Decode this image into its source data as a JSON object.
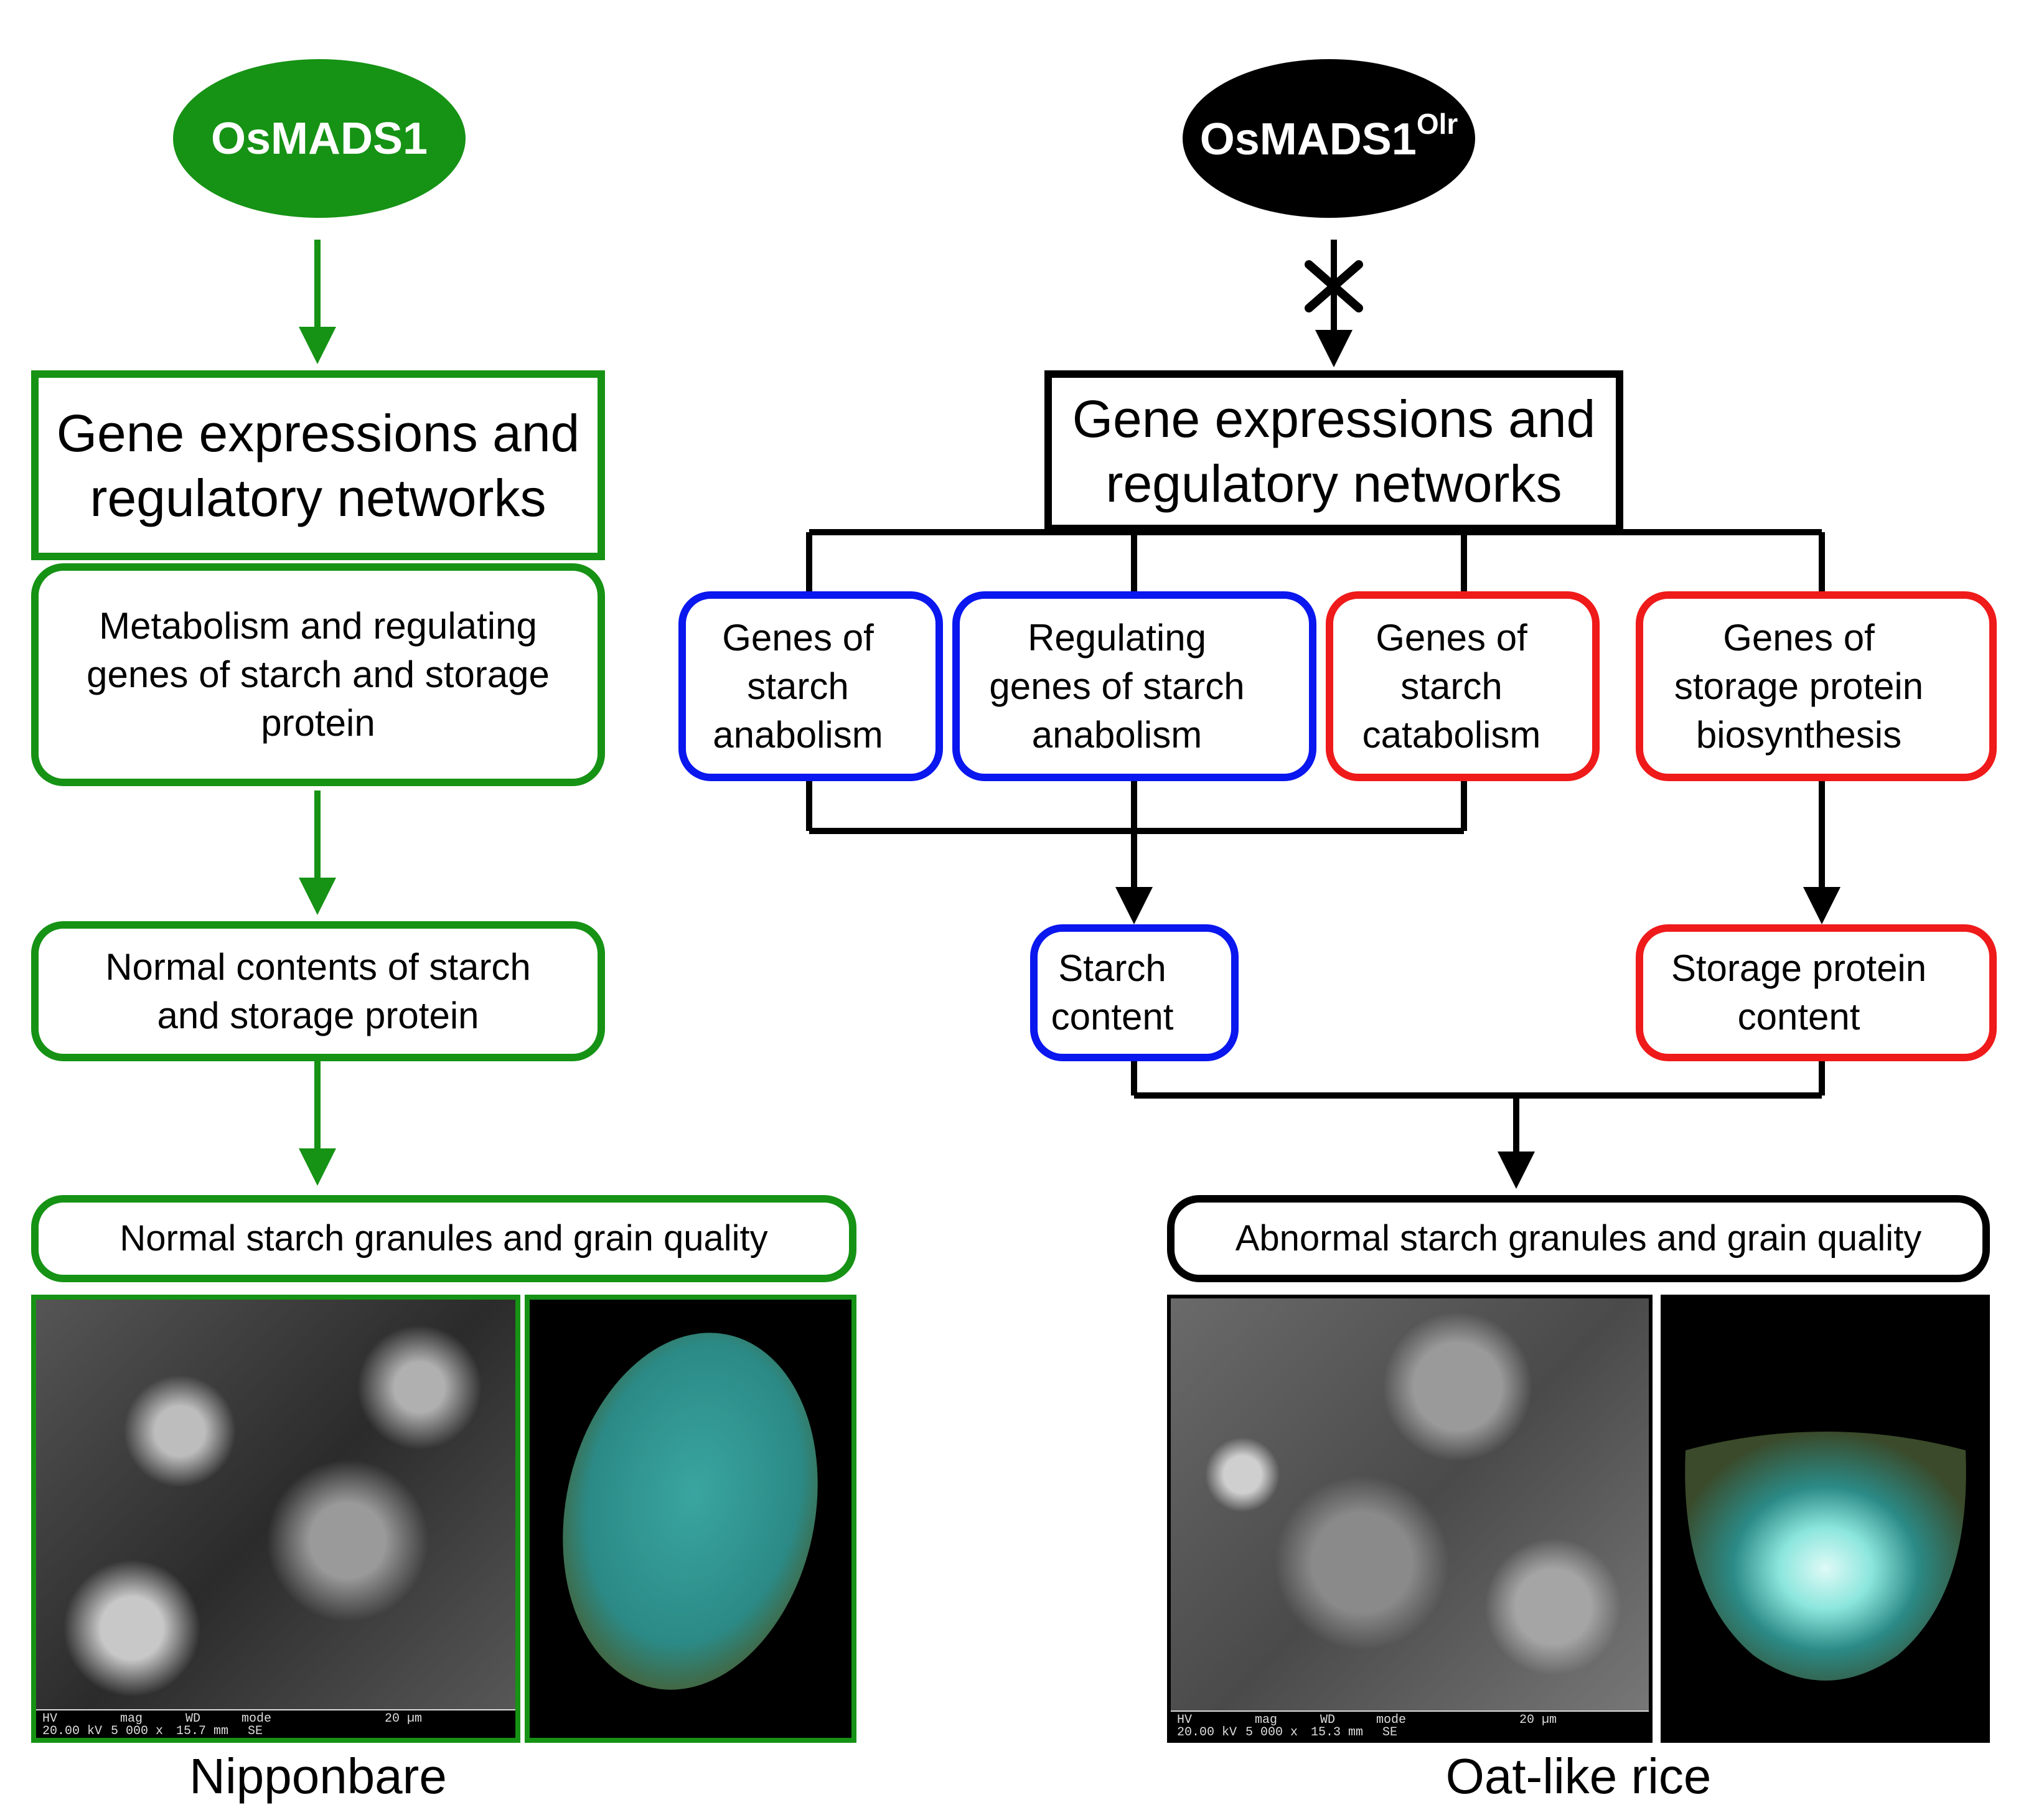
{
  "left": {
    "ellipse_label": "OsMADS1",
    "gene_box": "Gene expressions and\nregulatory networks",
    "metabolism_box": "Metabolism and regulating\ngenes of starch and storage\nprotein",
    "contents_box": "Normal contents of starch\nand storage protein",
    "quality_box": "Normal starch granules and grain quality",
    "sem_bar": {
      "hv": "HV",
      "hv_val": "20.00 kV",
      "mag": "mag",
      "mag_val": "5 000 x",
      "wd": "WD",
      "wd_val": "15.7 mm",
      "mode": "mode",
      "mode_val": "SE",
      "scale": "20 µm"
    },
    "caption": "Nipponbare"
  },
  "right": {
    "ellipse_label": "OsMADS1",
    "ellipse_sup": "Olr",
    "gene_box": "Gene expressions and\nregulatory networks",
    "starch_anabolism": "Genes of\nstarch\nanabolism",
    "regulating_anabolism": "Regulating\ngenes of starch\nanabolism",
    "starch_catabolism": "Genes of\nstarch\ncatabolism",
    "storage_biosynthesis": "Genes of\nstorage protein\nbiosynthesis",
    "starch_content": "Starch\ncontent",
    "protein_content": "Storage protein\ncontent",
    "quality_box": "Abnormal starch granules and grain quality",
    "sem_bar": {
      "hv": "HV",
      "hv_val": "20.00 kV",
      "mag": "mag",
      "mag_val": "5 000 x",
      "wd": "WD",
      "wd_val": "15.3 mm",
      "mode": "mode",
      "mode_val": "SE",
      "scale": "20 µm"
    },
    "caption": "Oat-like rice"
  },
  "colors": {
    "green": "#169215",
    "black": "#000000",
    "blue": "#0a17ee",
    "red": "#ef1a1a",
    "cyan": "#2f8f8a"
  }
}
